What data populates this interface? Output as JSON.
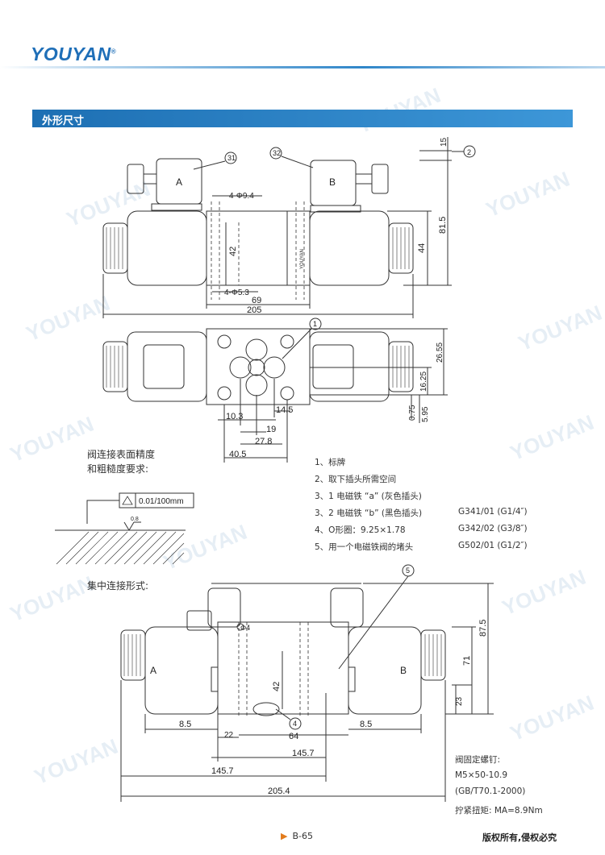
{
  "brand": {
    "logo_text": "YOUYAN",
    "registered_mark": "®",
    "watermark_text": "YOUYAN"
  },
  "section": {
    "title": "外形尺寸"
  },
  "top_view": {
    "balloon_31": "31",
    "balloon_32": "32",
    "balloon_2": "2",
    "solenoid_a": "A",
    "solenoid_b": "B",
    "dim_hole_top": "4-Φ9.4",
    "dim_hole_bottom": "4-Φ5.3",
    "dim_42": "42",
    "dim_69": "69",
    "dim_205": "205",
    "dim_15": "15",
    "dim_81_5": "81.5",
    "dim_44": "44",
    "body_label": "YOUYAN"
  },
  "plan_view": {
    "balloon_1": "1",
    "dim_26_55": "26.55",
    "dim_16_25": "16.25",
    "dim_0_75": "0.75",
    "dim_5_95": "5.95",
    "dim_10_3": "10.3",
    "dim_14_5": "14.5",
    "dim_19": "19",
    "dim_27_8": "27.8",
    "dim_40_5": "40.5"
  },
  "surface": {
    "title_line1": "阀连接表面精度",
    "title_line2": "和粗糙度要求:",
    "flatness": "0.01/100mm",
    "roughness": "0.8"
  },
  "legend": {
    "items": [
      "1、标牌",
      "2、取下插头所需空间",
      "3、1 电磁铁 “a” (灰色插头)",
      "3、2 电磁铁 “b” (黑色插头)",
      "4、O形圈：9.25×1.78",
      "5、用一个电磁铁阀的堵头"
    ],
    "codes": [
      "G341/01 (G1/4″)",
      "G342/02 (G3/8″)",
      "G502/01 (G1/2″)"
    ]
  },
  "centralized": {
    "title": "集中连接形式:",
    "balloon_5": "5",
    "balloon_4": "4",
    "label_a": "A",
    "label_b": "B",
    "dim_phi4": "Φ4",
    "dim_42": "42",
    "dim_8_5_left": "8.5",
    "dim_22": "22",
    "dim_64": "64",
    "dim_8_5_right": "8.5",
    "dim_145_7_right": "145.7",
    "dim_145_7_left": "145.7",
    "dim_205_4": "205.4",
    "dim_87_5": "87.5",
    "dim_71": "71",
    "dim_23": "23"
  },
  "screw_note": {
    "line1": "阀固定螺钉:",
    "line2": "M5×50-10.9",
    "line3": "(GB/T70.1-2000)",
    "line4": "拧紧扭矩: MA=8.9Nm"
  },
  "footer": {
    "page": "B-65",
    "copyright": "版权所有,侵权必究"
  }
}
